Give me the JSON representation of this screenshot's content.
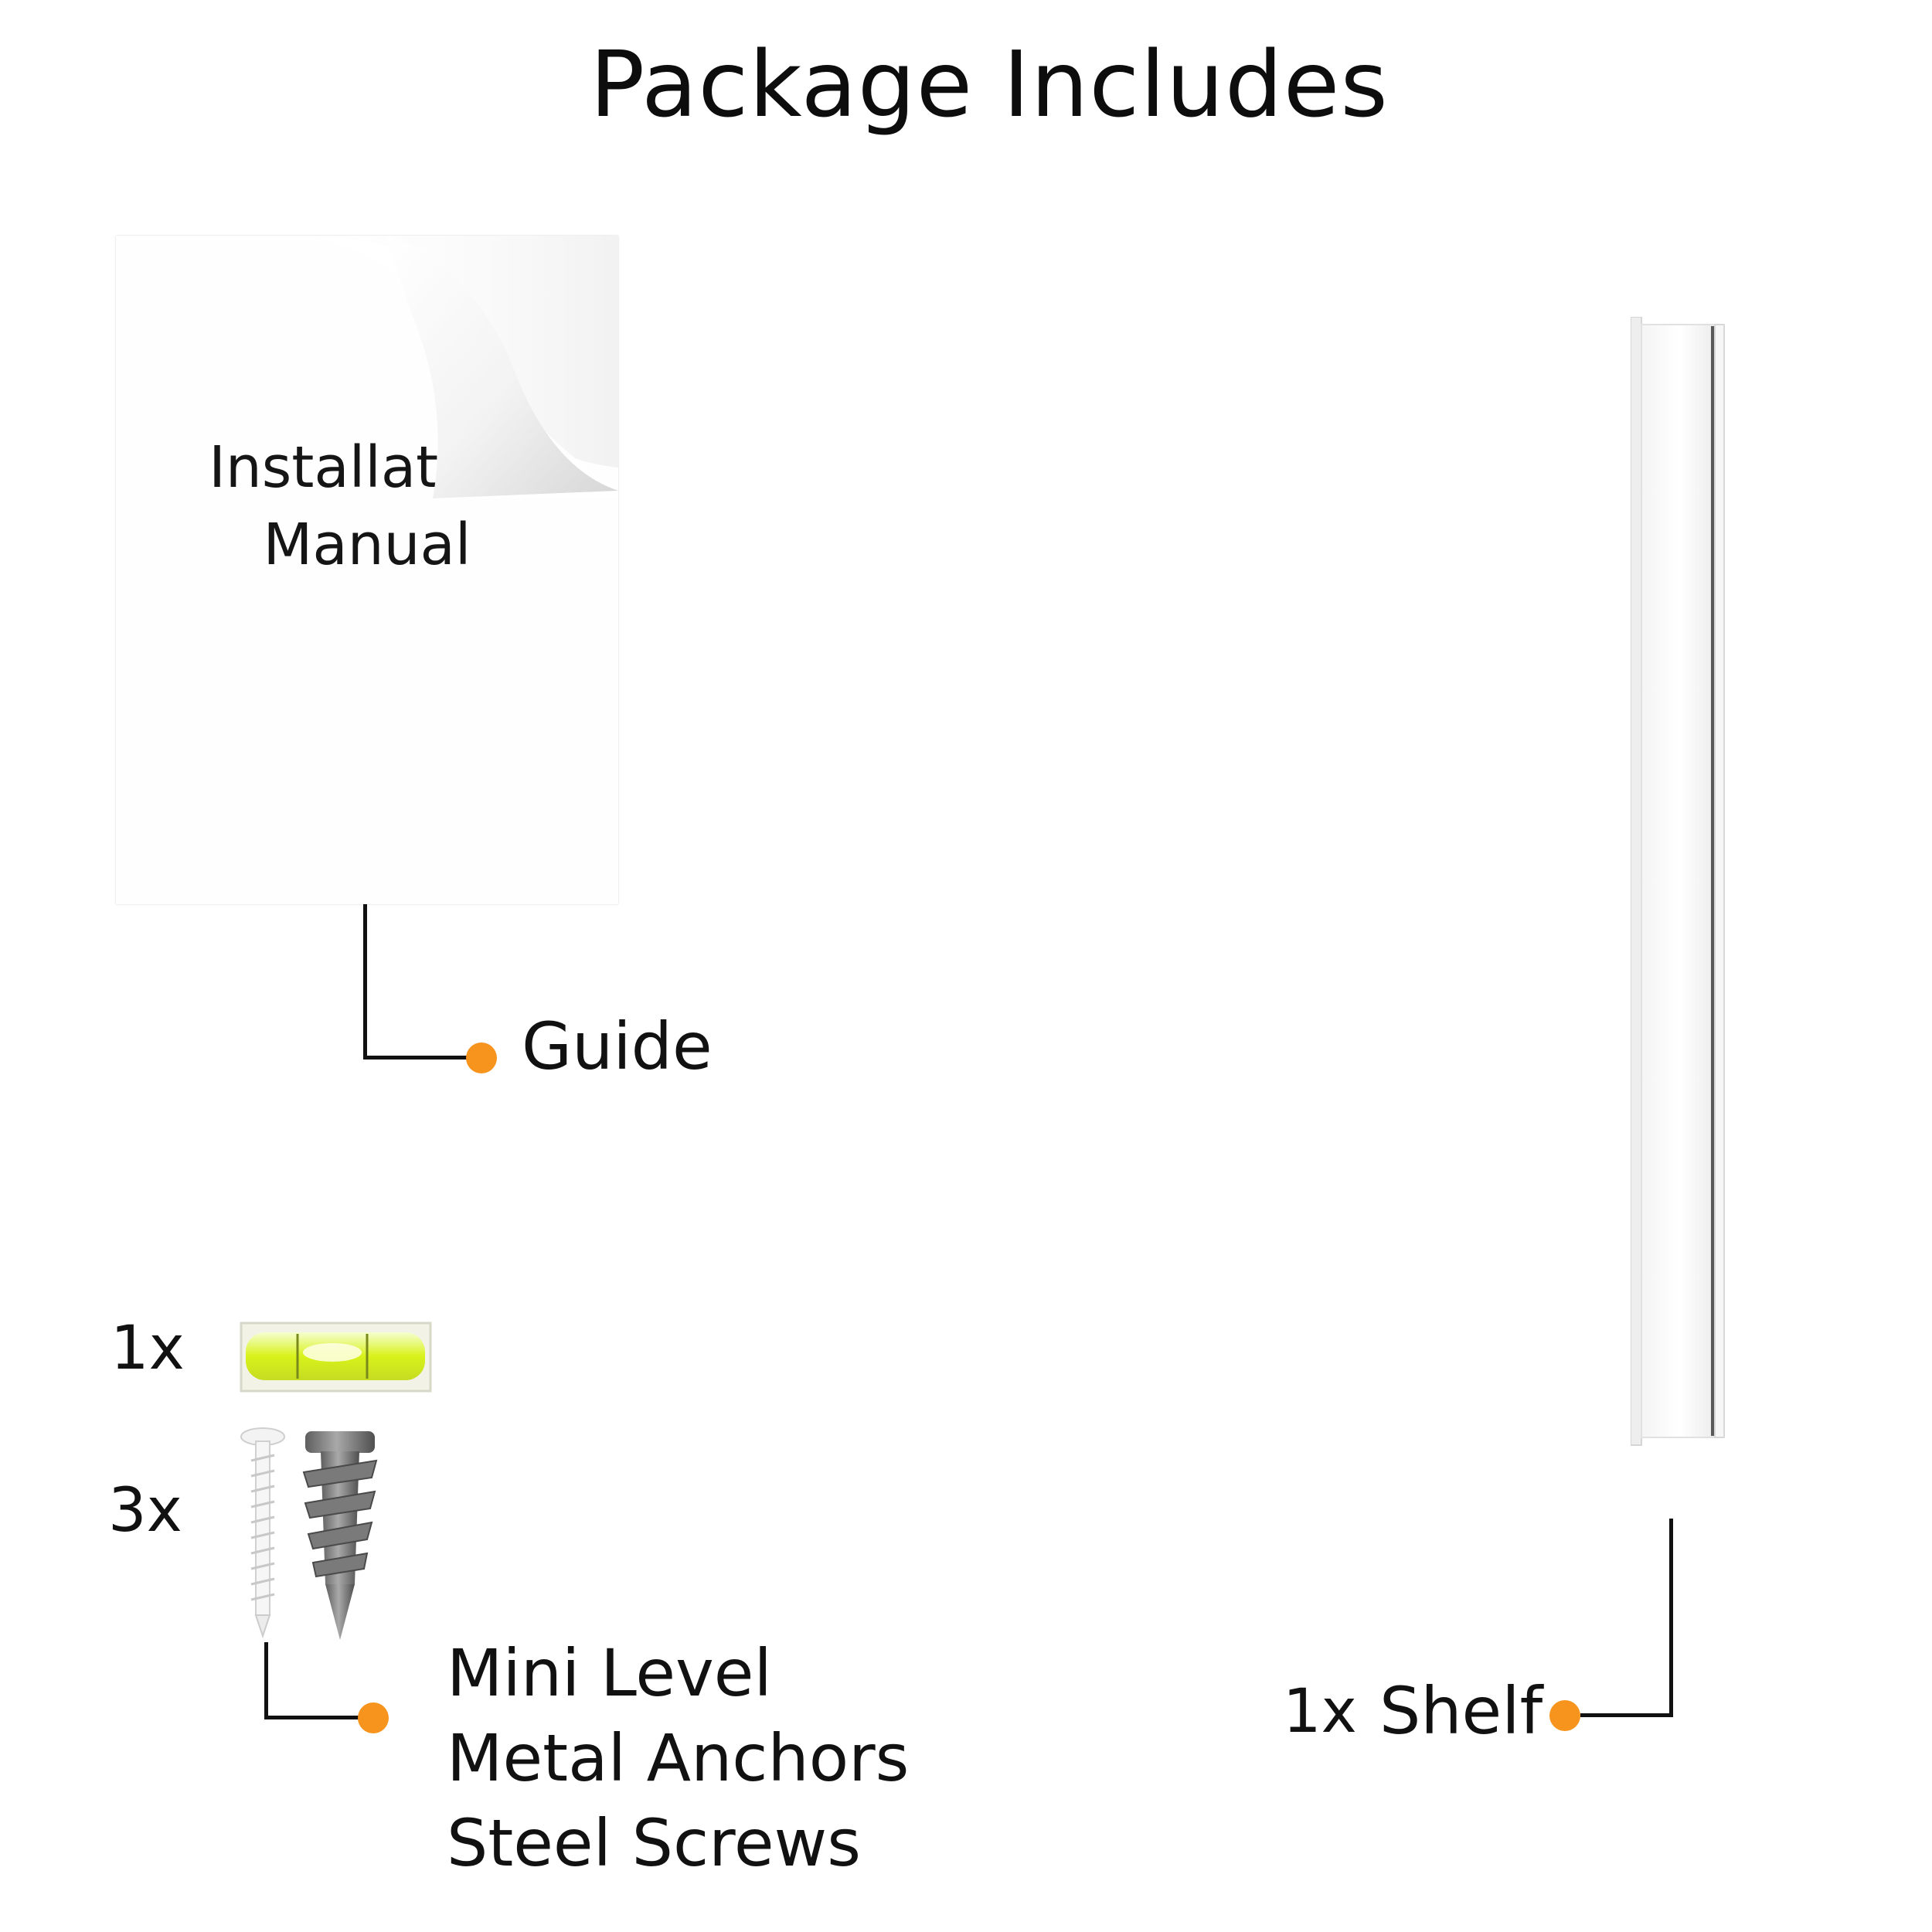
{
  "title": "Package Includes",
  "manual": {
    "line1": "Installation",
    "line2": "Manual",
    "label": "Guide"
  },
  "hardware": {
    "level_qty": "1x",
    "fastener_qty": "3x",
    "items": [
      "Mini Level",
      "Metal Anchors",
      "Steel Screws"
    ]
  },
  "shelf": {
    "qty": "1x",
    "label": "Shelf"
  },
  "colors": {
    "accent": "#f7941d",
    "level_liquid": "#d8f21a",
    "anchor": "#8a8a8a"
  }
}
